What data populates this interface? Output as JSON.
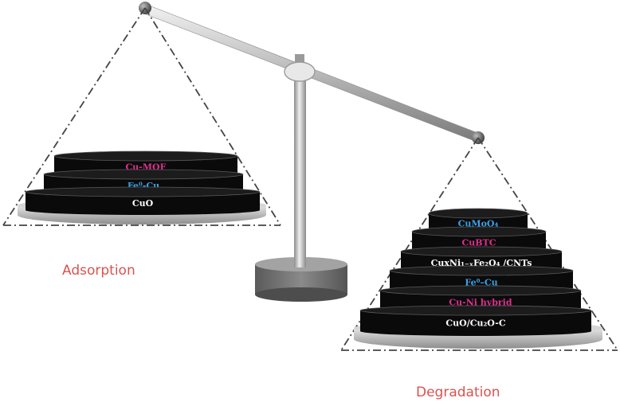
{
  "left_pan": {
    "caption": "Adsorption",
    "discs": [
      {
        "label": "Cu-MOF",
        "color": "#e0308e"
      },
      {
        "label": "Fe⁰-Cu",
        "color": "#3aa2e8"
      },
      {
        "label": "CuO",
        "color": "#ffffff"
      }
    ]
  },
  "right_pan": {
    "caption": "Degradation",
    "discs": [
      {
        "label": "CuMoO₄",
        "color": "#3aa2e8"
      },
      {
        "label": "CuBTC",
        "color": "#e0308e"
      },
      {
        "label": "CuxNi₁₋ₓFe₂O₄ /CNTs",
        "color": "#ffffff"
      },
      {
        "label": "Fe⁰–Cu",
        "color": "#3aa2e8"
      },
      {
        "label": "Cu-Ni hybrid",
        "color": "#e0308e"
      },
      {
        "label": "CuO/Cu₂O-C",
        "color": "#ffffff"
      }
    ]
  },
  "colors": {
    "disc_body": "#0a0a0a",
    "caption": "#d9534f",
    "metal": "#a9a9a9"
  }
}
